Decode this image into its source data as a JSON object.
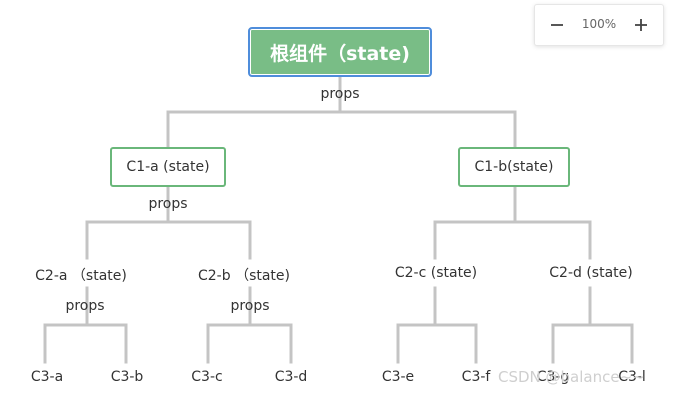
{
  "root": {
    "label": "根组件（state)",
    "fill": "#79bd86",
    "border": "#4f8ddb"
  },
  "edge_label": "props",
  "level1": [
    {
      "label": "C1-a (state)"
    },
    {
      "label": "C1-b(state)"
    }
  ],
  "level2": [
    {
      "label": "C2-a （state)"
    },
    {
      "label": "C2-b （state)"
    },
    {
      "label": "C2-c (state)"
    },
    {
      "label": "C2-d (state)"
    }
  ],
  "level3": [
    {
      "label": "C3-a"
    },
    {
      "label": "C3-b"
    },
    {
      "label": "C3-c"
    },
    {
      "label": "C3-d"
    },
    {
      "label": "C3-e"
    },
    {
      "label": "C3-f"
    },
    {
      "label": "C3-g"
    },
    {
      "label": "C3-l"
    }
  ],
  "zoom": {
    "minus_icon": "minus-icon",
    "plus_icon": "plus-icon",
    "minus": "—",
    "plus": "+",
    "level": "100%"
  },
  "watermark": "CSDN @balance~~",
  "colors": {
    "connector": "#c4c4c4",
    "node_border": "#6ab77a",
    "text": "#333333"
  }
}
